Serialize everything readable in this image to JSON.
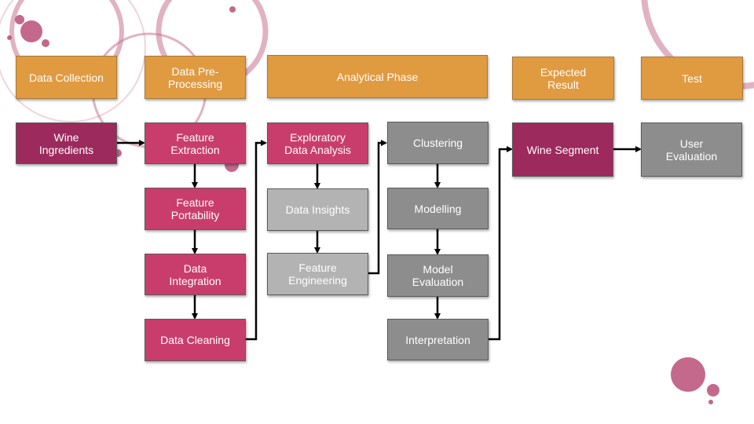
{
  "headers": {
    "data_collection": "Data Collection",
    "pre_processing": "Data Pre-\nProcessing",
    "analytical_phase": "Analytical Phase",
    "expected_result": "Expected\nResult",
    "test": "Test"
  },
  "steps": {
    "wine_ingredients": "Wine\nIngredients",
    "feature_extraction": "Feature\nExtraction",
    "feature_portability": "Feature\nPortability",
    "data_integration": "Data\nIntegration",
    "data_cleaning": "Data Cleaning",
    "exploratory_data_analysis": "Exploratory\nData Analysis",
    "data_insights": "Data Insights",
    "feature_engineering": "Feature\nEngineering",
    "clustering": "Clustering",
    "modelling": "Modelling",
    "model_evaluation": "Model\nEvaluation",
    "interpretation": "Interpretation",
    "wine_segment": "Wine Segment",
    "user_evaluation": "User\nEvaluation"
  },
  "colors": {
    "header": "#e09a40",
    "collection": "#9c2a5c",
    "preprocessing": "#c93d6c",
    "analysis_light": "#b3b3b3",
    "analysis_dark": "#8d8d8d",
    "wine_stain": "#b5446e"
  }
}
